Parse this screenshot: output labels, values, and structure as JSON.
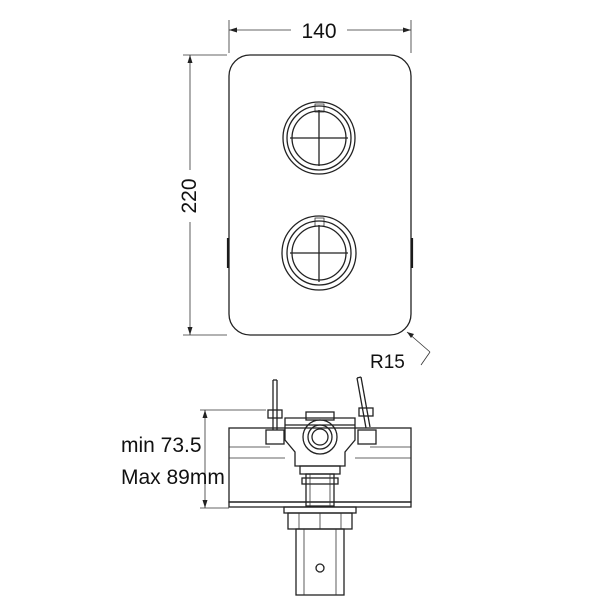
{
  "dimensions": {
    "width": "140",
    "height": "220",
    "corner_radius": "R15",
    "depth_min": "min 73.5",
    "depth_max": "Max 89mm"
  },
  "colors": {
    "line": "#222222",
    "background": "#ffffff"
  }
}
